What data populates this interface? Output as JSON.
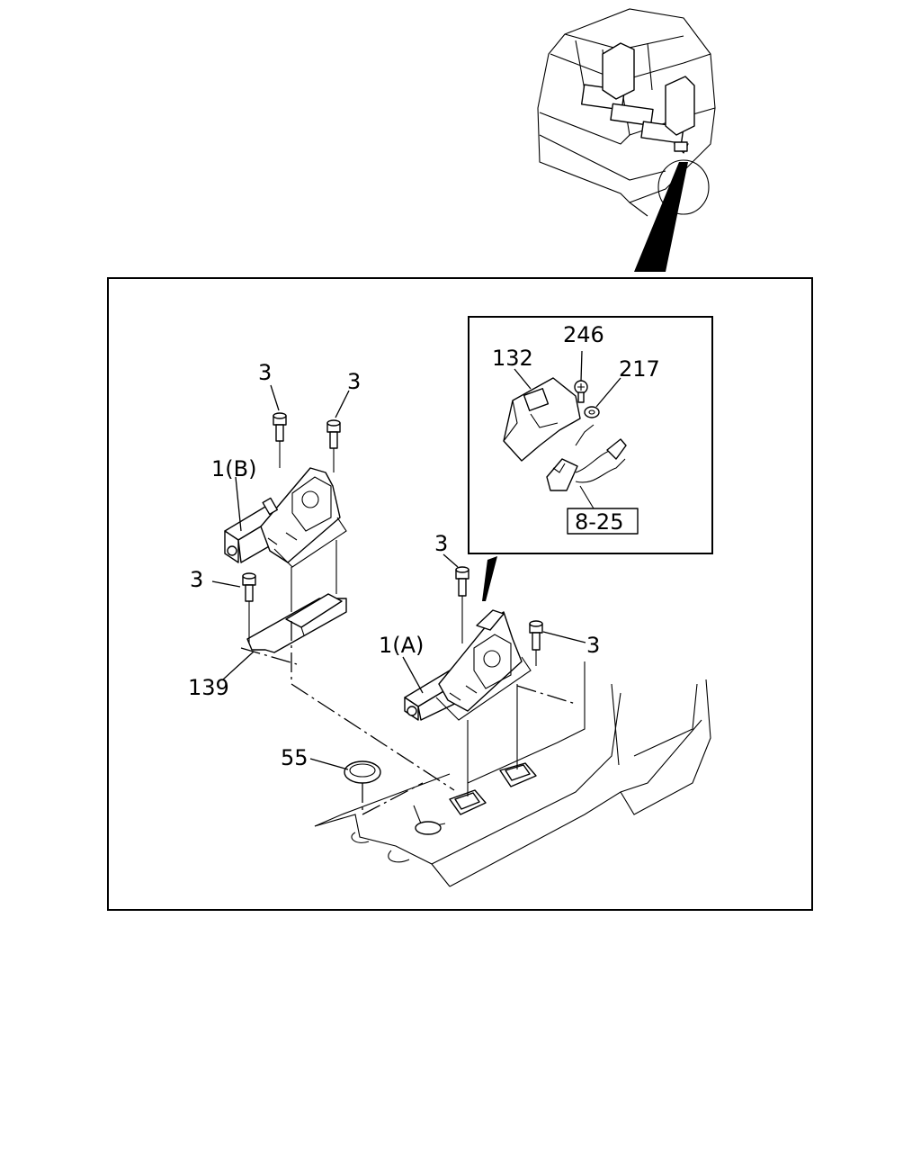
{
  "labels": {
    "bolt_top_left": "3",
    "bolt_top_mid": "3",
    "seat_belt_b": "1(B)",
    "bolt_left_low": "3",
    "bracket": "139",
    "bolt_center": "3",
    "seat_belt_a": "1(A)",
    "bolt_right": "3",
    "grommet": "55",
    "inset_cover": "132",
    "inset_screw": "246",
    "inset_washer": "217",
    "inset_ref": "8-25"
  }
}
